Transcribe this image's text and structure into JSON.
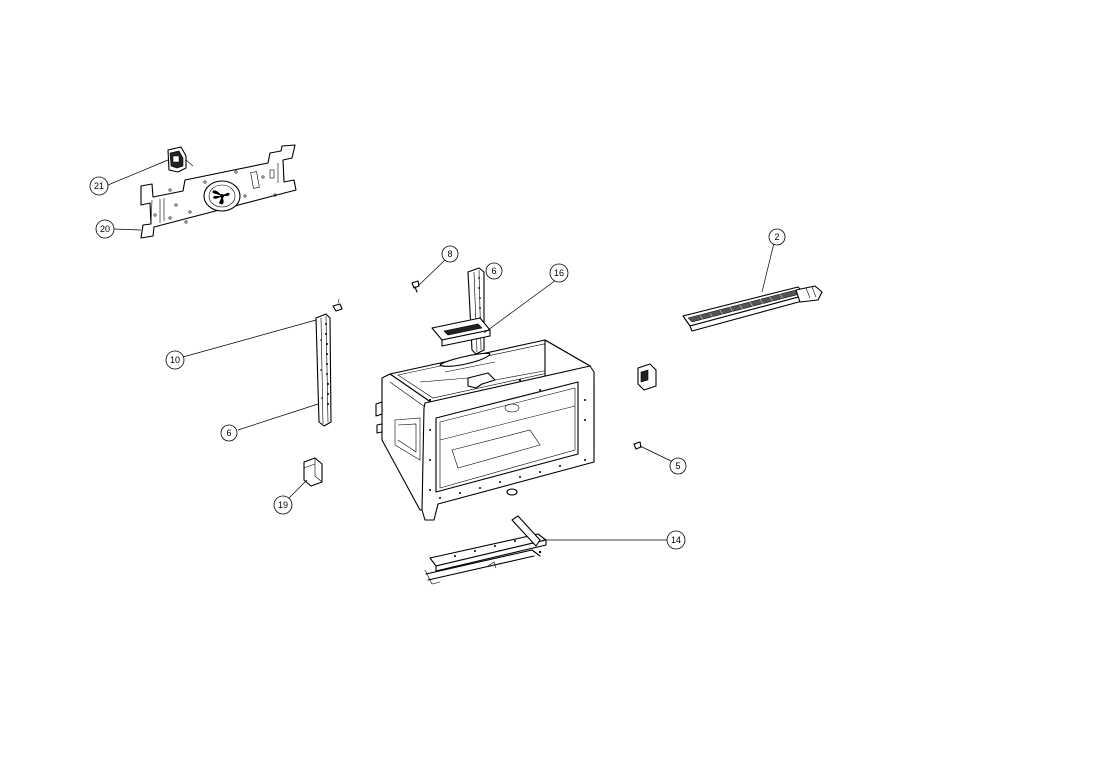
{
  "diagram": {
    "type": "exploded-parts-view",
    "callouts": [
      {
        "label": "21",
        "part": "motor-clip"
      },
      {
        "label": "20",
        "part": "rear-fan-panel"
      },
      {
        "label": "8",
        "part": "screw"
      },
      {
        "label": "6",
        "part": "side-rail-right"
      },
      {
        "label": "16",
        "part": "top-bracket"
      },
      {
        "label": "2",
        "part": "heating-element-grill"
      },
      {
        "label": "10",
        "part": "clip"
      },
      {
        "label": "6",
        "part": "side-rail-left"
      },
      {
        "label": "19",
        "part": "hinge-receiver-left"
      },
      {
        "label": "5",
        "part": "screw-small"
      },
      {
        "label": "14",
        "part": "bottom-element"
      }
    ],
    "icons": [
      "fan-icon"
    ]
  }
}
